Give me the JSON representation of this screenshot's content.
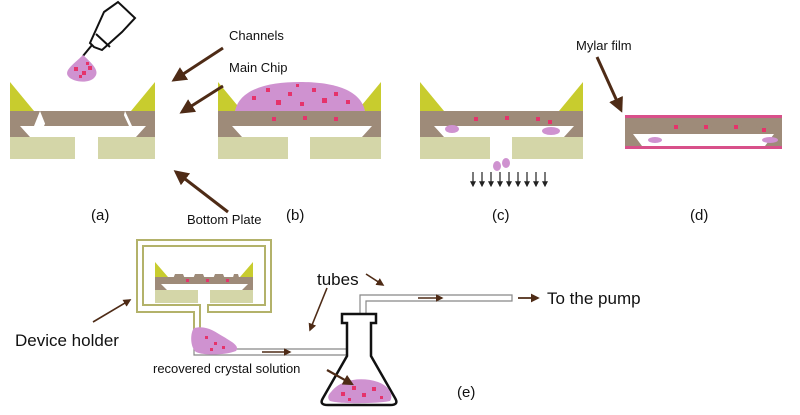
{
  "labels": {
    "channels": "Channels",
    "main_chip": "Main Chip",
    "bottom_plate": "Bottom Plate",
    "mylar_film": "Mylar film",
    "tubes": "tubes",
    "to_pump": "To the pump",
    "device_holder": "Device holder",
    "recovered": "recovered crystal solution"
  },
  "panels": {
    "a": "(a)",
    "b": "(b)",
    "c": "(c)",
    "d": "(d)",
    "e": "(e)"
  },
  "colors": {
    "chip_brown": "#9e8b79",
    "yellow": "#c8cc2e",
    "plate": "#d4d6a8",
    "droplet": "#cf92d0",
    "crystal": "#e5336b",
    "film": "#d8508a",
    "holder": "#b3b26a",
    "arrow_brown": "#4e2b16"
  }
}
